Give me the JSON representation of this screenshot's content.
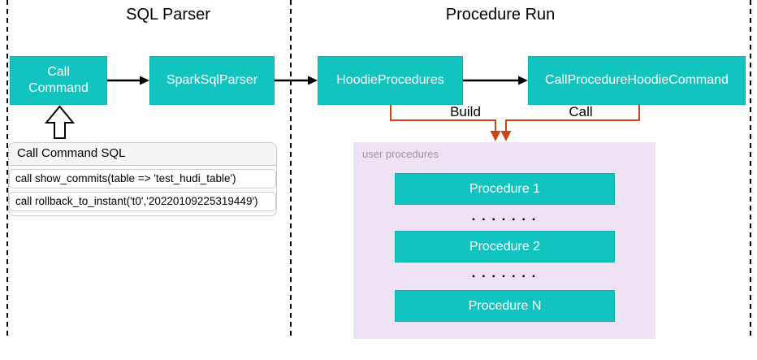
{
  "colors": {
    "node_fill": "#12C4C0",
    "node_border": "#0CB0AC",
    "panel_lavender": "#F0E2F5",
    "connector_orange": "#CC4418",
    "muted_text": "#999999"
  },
  "sections": {
    "sql_parser": {
      "title": "SQL Parser"
    },
    "procedure_run": {
      "title": "Procedure Run"
    }
  },
  "nodes": {
    "call_command": {
      "label": "Call\nCommand"
    },
    "spark_sql_parser": {
      "label": "SparkSqlParser"
    },
    "hoodie_procedures": {
      "label": "HoodieProcedures"
    },
    "call_procedure_hoodie_command": {
      "label": "CallProcedureHoodieCommand"
    }
  },
  "edge_labels": {
    "build": "Build",
    "call": "Call"
  },
  "sql_panel": {
    "header": "Call Command SQL",
    "rows": [
      "call show_commits(table => 'test_hudi_table')",
      "call rollback_to_instant('t0','20220109225319449')"
    ]
  },
  "user_procedures": {
    "label": "user procedures",
    "items": [
      "Procedure 1",
      "Procedure 2",
      "Procedure N"
    ],
    "dots": "▪ ▪ ▪ ▪ ▪ ▪ ▪"
  }
}
